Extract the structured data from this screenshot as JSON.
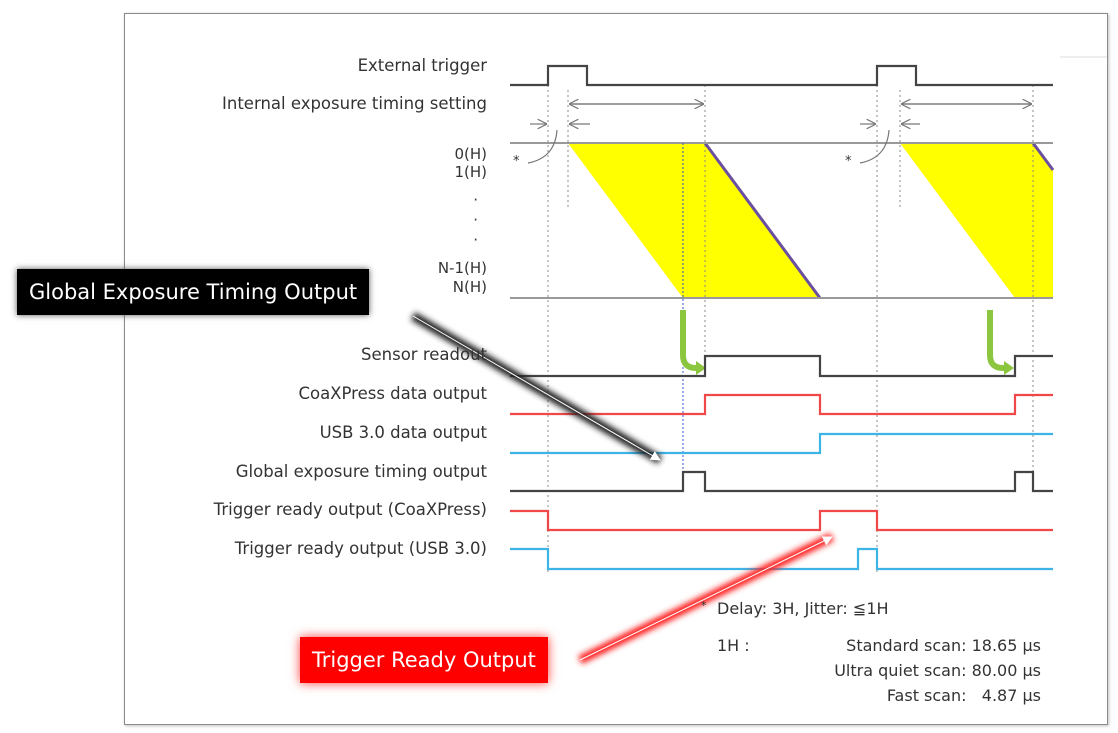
{
  "signals": {
    "external_trigger": "External trigger",
    "internal_exposure": "Internal exposure timing setting",
    "sensor_readout": "Sensor readout",
    "coaxpress_data": "CoaXPress data output",
    "usb_data": "USB 3.0 data output",
    "global_exposure": "Global exposure timing output",
    "trigger_ready_cxp": "Trigger ready output (CoaXPress)",
    "trigger_ready_usb": "Trigger ready output (USB 3.0)"
  },
  "rows": {
    "r0": "0(H)",
    "r1": "1(H)",
    "dot": "·",
    "rn1": "N-1(H)",
    "rn": "N(H)",
    "asterisk": "*"
  },
  "notes": {
    "delay": "Delay: 3H, Jitter: ≦1H",
    "asterisk": "*",
    "h_label": "1H :",
    "standard": "Standard scan: 18.65 μs",
    "ultra": "Ultra quiet scan: 80.00 μs",
    "fast": "Fast scan:   4.87 μs"
  },
  "callouts": {
    "global": "Global Exposure Timing Output",
    "trigger": "Trigger Ready Output"
  },
  "colors": {
    "yellow": "#ffff00",
    "red": "#f04848",
    "blue": "#3cb4e6",
    "green": "#8cc63f",
    "purple": "#6a4fa0"
  }
}
